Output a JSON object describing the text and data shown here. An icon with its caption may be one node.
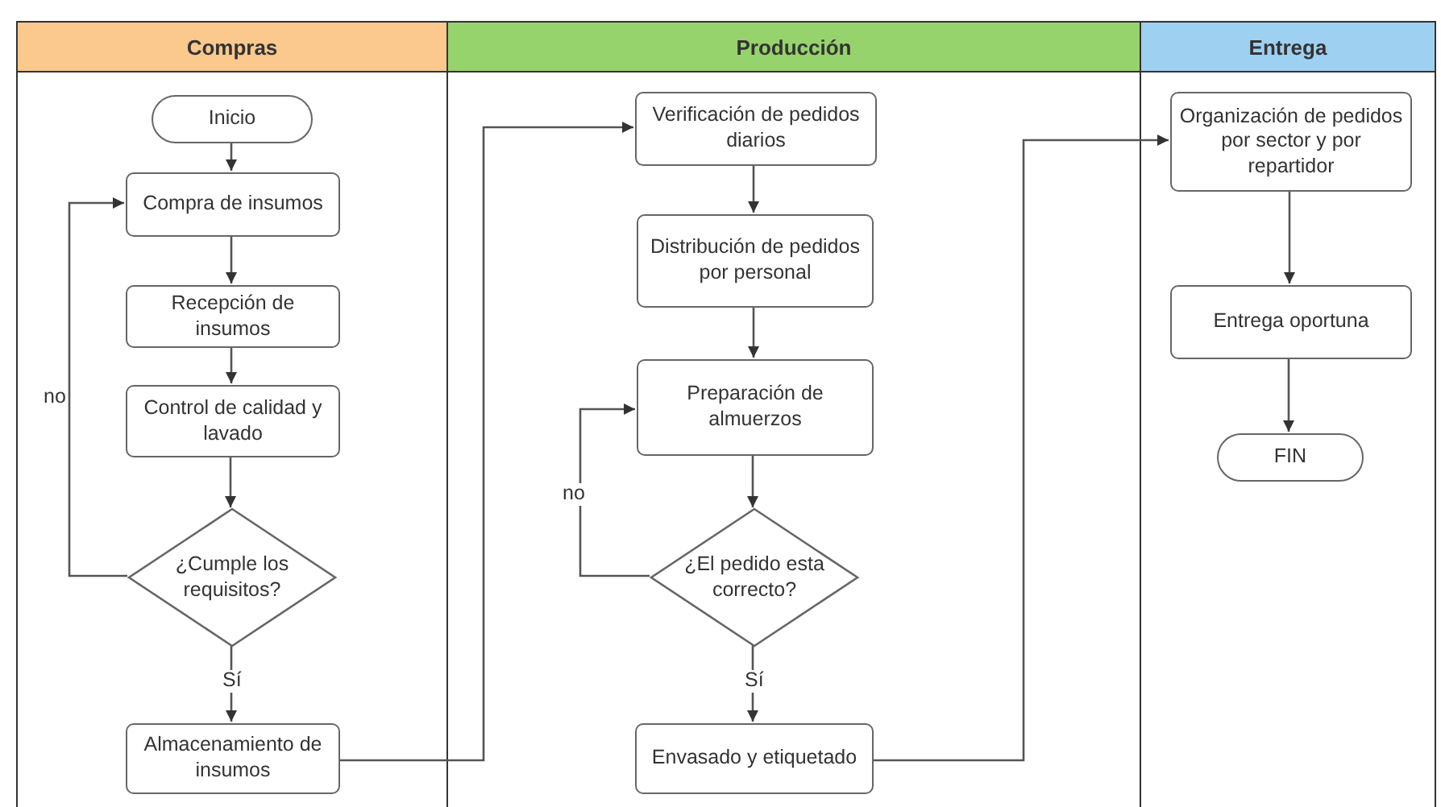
{
  "diagram": {
    "nodes": [
      {
        "text": [
          "Compras"
        ]
      },
      {
        "text": [
          "Producción"
        ]
      },
      {
        "text": [
          "Entrega"
        ]
      },
      {
        "text": [
          "Inicio"
        ],
        "in": 0
      },
      {
        "text": [
          "Compra de insumos"
        ],
        "in": 0
      },
      {
        "text": [
          "Recepción de insumos"
        ],
        "in": 0
      },
      {
        "text": [
          "Control de calidad y lavado"
        ],
        "in": 0
      },
      {
        "text": [
          "¿Cumple los requisitos?"
        ],
        "in": 0
      },
      {
        "text": [
          "Almacenamiento de insumos"
        ],
        "in": 0
      },
      {
        "text": [
          "Verificación de pedidos diarios"
        ],
        "in": 1
      },
      {
        "text": [
          "Distribución de pedidos por personal"
        ],
        "in": 1
      },
      {
        "text": [
          "Preparación de almuerzos"
        ],
        "in": 1
      },
      {
        "text": [
          "¿El pedido esta correcto?"
        ],
        "in": 1
      },
      {
        "text": [
          "Envasado y etiquetado"
        ],
        "in": 1
      },
      {
        "text": [
          "Organización de pedidos por sector y por repartidor"
        ],
        "in": 2
      },
      {
        "text": [
          "Entrega oportuna"
        ],
        "in": 2
      },
      {
        "text": [
          "FIN"
        ],
        "in": 2
      }
    ],
    "edges": [
      {
        "from": 3,
        "to": 4,
        "arrow": "to"
      },
      {
        "from": 4,
        "to": 5,
        "arrow": "to"
      },
      {
        "from": 5,
        "to": 6,
        "arrow": "to"
      },
      {
        "from": 6,
        "to": 7,
        "arrow": "to"
      },
      {
        "from": 7,
        "to": 4,
        "arrow": "to",
        "label": "no"
      },
      {
        "from": 7,
        "to": 8,
        "arrow": "to",
        "label": "Sí"
      },
      {
        "from": 8,
        "to": 9,
        "arrow": "to"
      },
      {
        "from": 9,
        "to": 10,
        "arrow": "to"
      },
      {
        "from": 10,
        "to": 11,
        "arrow": "to"
      },
      {
        "from": 11,
        "to": 12,
        "arrow": "to"
      },
      {
        "from": 12,
        "to": 11,
        "arrow": "to",
        "label": "no"
      },
      {
        "from": 12,
        "to": 13,
        "arrow": "to",
        "label": "Sí"
      },
      {
        "from": 13,
        "to": 14,
        "arrow": "to"
      },
      {
        "from": 14,
        "to": 15,
        "arrow": "to"
      },
      {
        "from": 15,
        "to": 16,
        "arrow": "to"
      }
    ]
  }
}
